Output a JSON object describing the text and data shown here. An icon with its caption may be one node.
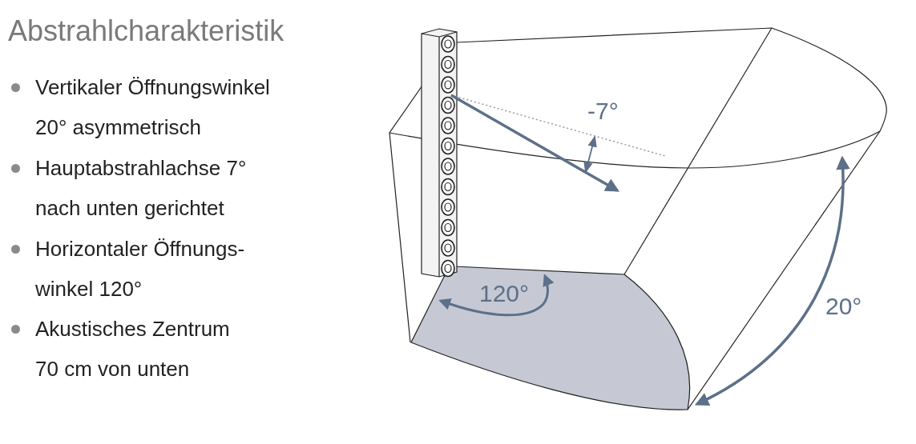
{
  "diagram": {
    "title": "Abstrahlcharakteristik",
    "labels": [
      "Vertikaler Öffnungswinkel 20° asymmetrisch",
      "Hauptabstrahlachse 7° nach unten gerichtet",
      "Horizontaler Öffnungs- winkel 120°",
      "Akustisches Zentrum 70 cm von unten",
      "-7°",
      "120°",
      "20°"
    ]
  }
}
